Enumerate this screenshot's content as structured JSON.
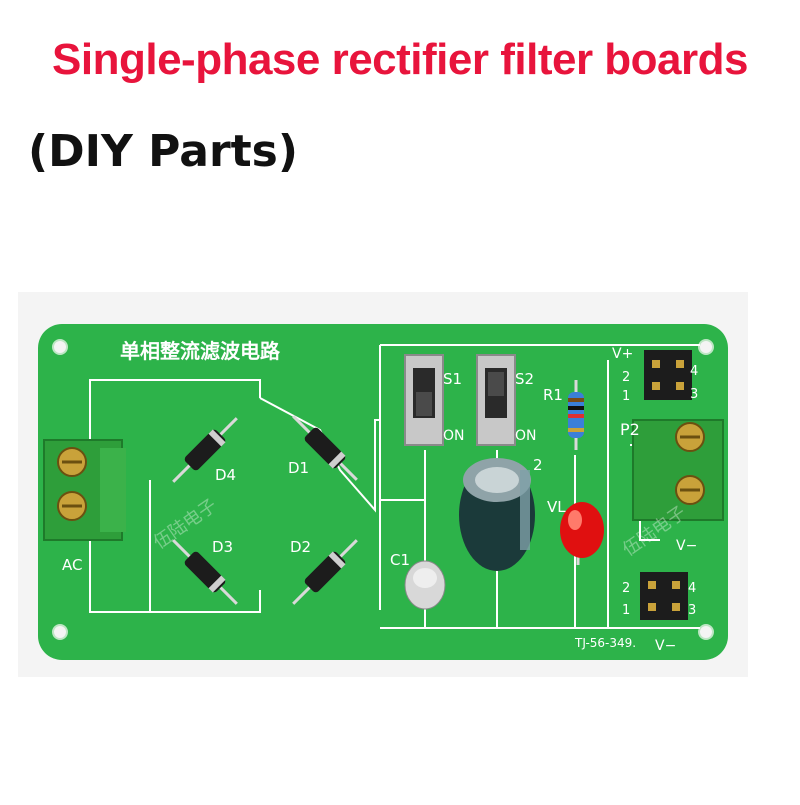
{
  "header": {
    "title": "Single-phase rectifier filter boards",
    "subtitle": "(DIY Parts)"
  },
  "board": {
    "silkscreen_title": "单相整流滤波电路",
    "labels": {
      "d1": "D1",
      "d2": "D2",
      "d3": "D3",
      "d4": "D4",
      "ac": "AC",
      "s1": "S1",
      "s2": "S2",
      "on1": "ON",
      "on2": "ON",
      "r1": "R1",
      "c1": "C1",
      "c2": "2",
      "vl": "VL",
      "p2": "P2",
      "vplus": "V+",
      "vminus": "V−",
      "vminus2": "V−",
      "pin2a": "2",
      "pin1a": "1",
      "pin4a": "4",
      "pin3a": "3",
      "pin2b": "2",
      "pin1b": "1",
      "pin4b": "4",
      "pin3b": "3",
      "part_no": "TJ-56-349.",
      "watermark1": "伍陆电子",
      "watermark2": "伍陆电子"
    }
  },
  "colors": {
    "title": "#e8143c",
    "pcb": "#2db34a",
    "trace": "#ffffff",
    "terminal": "#2e9e3a",
    "led": "#e01010"
  }
}
